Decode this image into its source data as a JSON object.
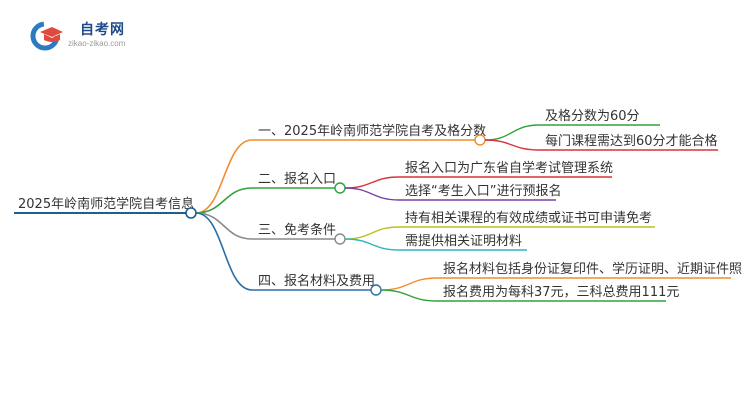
{
  "header": {
    "brand_name": "自考网",
    "brand_url": "zikao-zikao.com"
  },
  "colors": {
    "root": "#1f5f8c",
    "branch_1": "#f08c2e",
    "branch_2": "#2fa33a",
    "branch_3": "#8a8a8a",
    "branch_4": "#2a6ea6",
    "leaf_1_1": "#2fa33a",
    "leaf_1_2": "#d9323a",
    "leaf_2_1": "#d9323a",
    "leaf_2_2": "#7a3fa3",
    "leaf_3_1": "#b8c21c",
    "leaf_3_2": "#2bb6c0",
    "leaf_4_1": "#f08c2e",
    "leaf_4_2": "#2fa33a",
    "logo_blue": "#2c7bc2",
    "logo_red": "#e04a3c",
    "logo_text": "#1f4a8c"
  },
  "mindmap": {
    "root": "2025年岭南师范学院自考信息",
    "branches": [
      {
        "label": "一、2025年岭南师范学院自考及格分数",
        "leaves": [
          "及格分数为60分",
          "每门课程需达到60分才能合格"
        ]
      },
      {
        "label": "二、报名入口",
        "leaves": [
          "报名入口为广东省自学考试管理系统",
          "选择“考生入口”进行预报名"
        ]
      },
      {
        "label": "三、免考条件",
        "leaves": [
          "持有相关课程的有效成绩或证书可申请免考",
          "需提供相关证明材料"
        ]
      },
      {
        "label": "四、报名材料及费用",
        "leaves": [
          "报名材料包括身份证复印件、学历证明、近期证件照",
          "报名费用为每科37元，三科总费用111元"
        ]
      }
    ]
  }
}
